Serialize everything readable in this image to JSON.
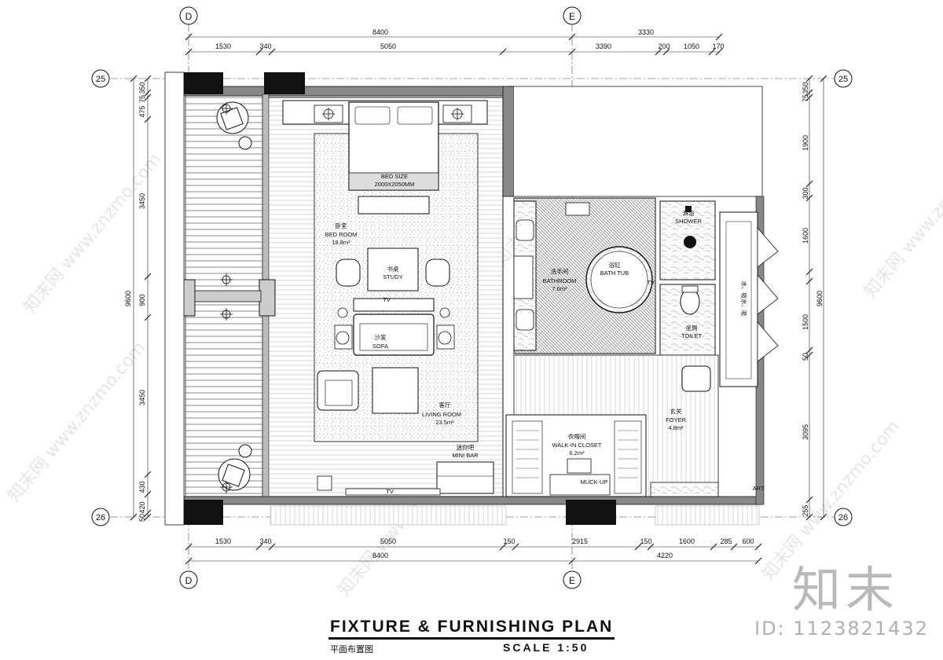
{
  "grid": {
    "axis_d": "D",
    "axis_e": "E",
    "axis_25": "25",
    "axis_26": "26"
  },
  "dims_top": {
    "total_left": "8400",
    "total_right": "3330",
    "seg1": "1530",
    "seg2": "340",
    "seg3": "5050",
    "seg4": "3390",
    "seg5": "200",
    "seg6": "1050",
    "seg7": "170"
  },
  "dims_bottom": {
    "seg1": "1530",
    "seg2": "340",
    "seg3": "5050",
    "seg4": "150",
    "seg5": "2915",
    "seg6": "150",
    "seg7": "1600",
    "seg8": "285",
    "seg9": "600",
    "total_left": "8400",
    "total_right": "4220"
  },
  "dims_left": {
    "total": "9600",
    "d1": "350",
    "d2": "75",
    "d3": "475",
    "d4": "3450",
    "d5": "900",
    "d6": "3450",
    "d7": "430",
    "d8": "420",
    "d9": "50"
  },
  "dims_right": {
    "total": "9600",
    "d1": "350",
    "d2": "75",
    "d3": "1900",
    "d4": "300",
    "d5": "1600",
    "d6": "1500",
    "d7": "50",
    "d8": "3095",
    "d9": "255"
  },
  "rooms": {
    "bed_size": "BED SIZE",
    "bed_size_dims": "2000X2050MM",
    "bedroom_cn": "卧室",
    "bedroom_en": "BED ROOM",
    "bedroom_area": "18.8m²",
    "study_cn": "书桌",
    "study_en": "STUDY",
    "tv_label": "TV",
    "sofa_cn": "沙发",
    "sofa_en": "SOFA",
    "living_cn": "客厅",
    "living_en": "LIVING ROOM",
    "living_area": "23.5m²",
    "minibar_cn": "迷你吧",
    "minibar_en": "MINI BAR",
    "tv_bottom": "TV",
    "bathroom_cn": "洗手间",
    "bathroom_en": "BATHROOM",
    "bathroom_area": "7.6m²",
    "bathtub_cn": "浴缸",
    "bathtub_en": "BATH TUB",
    "tv_bath": "TV",
    "shower_cn": "淋浴",
    "shower_en": "SHOWER",
    "toilet_en": "TOILET",
    "toilet_cn": "坐厕",
    "foyer_cn": "玄关",
    "foyer_en": "FOYER",
    "foyer_area": "4.8m²",
    "closet_cn": "衣帽间",
    "closet_en": "WALK-IN CLOSET",
    "closet_area": "6.2m²",
    "muckup": "MUCK-UP",
    "art": "ART",
    "corridor_note": "水、吸水、吸"
  },
  "footer": {
    "title": "FIXTURE & FURNISHING PLAN",
    "subtitle": "平面布置图",
    "scale": "SCALE 1:50"
  },
  "branding": {
    "logo_text": "知末",
    "image_id": "ID: 1123821432",
    "watermark": "知末网 www.znzmo.com"
  }
}
